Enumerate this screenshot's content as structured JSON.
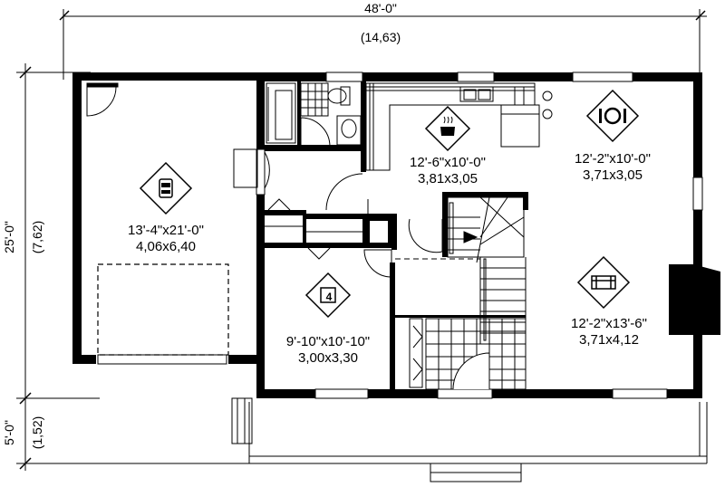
{
  "dimensions": {
    "overall_width_imperial": "48'-0\"",
    "overall_width_metric": "(14,63)",
    "overall_depth_imperial": "25'-0\"",
    "overall_depth_metric": "(7,62)",
    "porch_depth_imperial": "5'-0\"",
    "porch_depth_metric": "(1,52)"
  },
  "rooms": [
    {
      "id": "garage",
      "icon": "car-icon",
      "size_imperial": "13'-4\"x21'-0\"",
      "size_metric": "4,06x6,40"
    },
    {
      "id": "kitchen",
      "icon": "cooking-pot-icon",
      "size_imperial": "12'-6\"x10'-0\"",
      "size_metric": "3,81x3,05"
    },
    {
      "id": "dining",
      "icon": "plate-cutlery-icon",
      "size_imperial": "12'-2\"x10'-0\"",
      "size_metric": "3,71x3,05"
    },
    {
      "id": "bedroom",
      "icon": "bed-number-icon",
      "icon_text": "4",
      "size_imperial": "9'-10\"x10'-10\"",
      "size_metric": "3,00x3,30"
    },
    {
      "id": "living",
      "icon": "sofa-icon",
      "size_imperial": "12'-2\"x13'-6\"",
      "size_metric": "3,71x4,12"
    }
  ]
}
